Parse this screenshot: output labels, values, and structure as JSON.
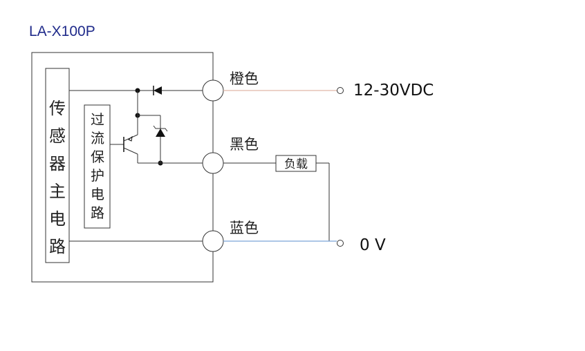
{
  "diagram": {
    "model": "LA-X100P",
    "main_circuit_label": "传感器主电路",
    "protection_label": "过流保护电路",
    "wires": {
      "brown": {
        "label": "橙色",
        "terminal": "12-30VDC",
        "color": "#e0b8a8"
      },
      "black": {
        "label": "黑色",
        "load": "负载"
      },
      "blue": {
        "label": "蓝色",
        "terminal": "0 V",
        "color": "#7aa3d6"
      }
    }
  }
}
